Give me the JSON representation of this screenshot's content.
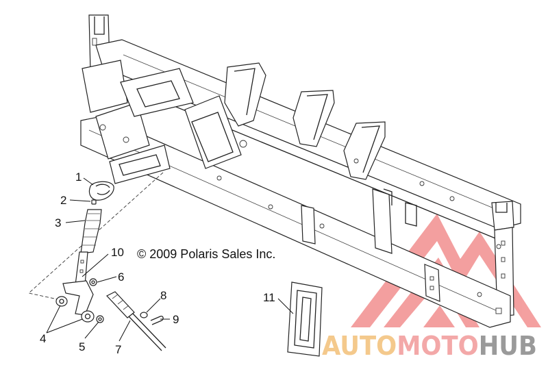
{
  "copyright": "© 2009 Polaris Sales Inc.",
  "callouts": [
    {
      "id": "c1",
      "label": "1"
    },
    {
      "id": "c2",
      "label": "2"
    },
    {
      "id": "c3",
      "label": "3"
    },
    {
      "id": "c4",
      "label": "4"
    },
    {
      "id": "c5",
      "label": "5"
    },
    {
      "id": "c6",
      "label": "6"
    },
    {
      "id": "c7",
      "label": "7"
    },
    {
      "id": "c8",
      "label": "8"
    },
    {
      "id": "c9",
      "label": "9"
    },
    {
      "id": "c10",
      "label": "10"
    },
    {
      "id": "c11",
      "label": "11"
    }
  ],
  "watermark": {
    "part_auto": "AUTO",
    "part_moto": "MOTO",
    "part_hub": "HUB",
    "color_auto": "#f4c98c",
    "color_moto": "#f3a8a8",
    "color_hub": "#9a9a9a",
    "color_logo": "#f08080"
  }
}
